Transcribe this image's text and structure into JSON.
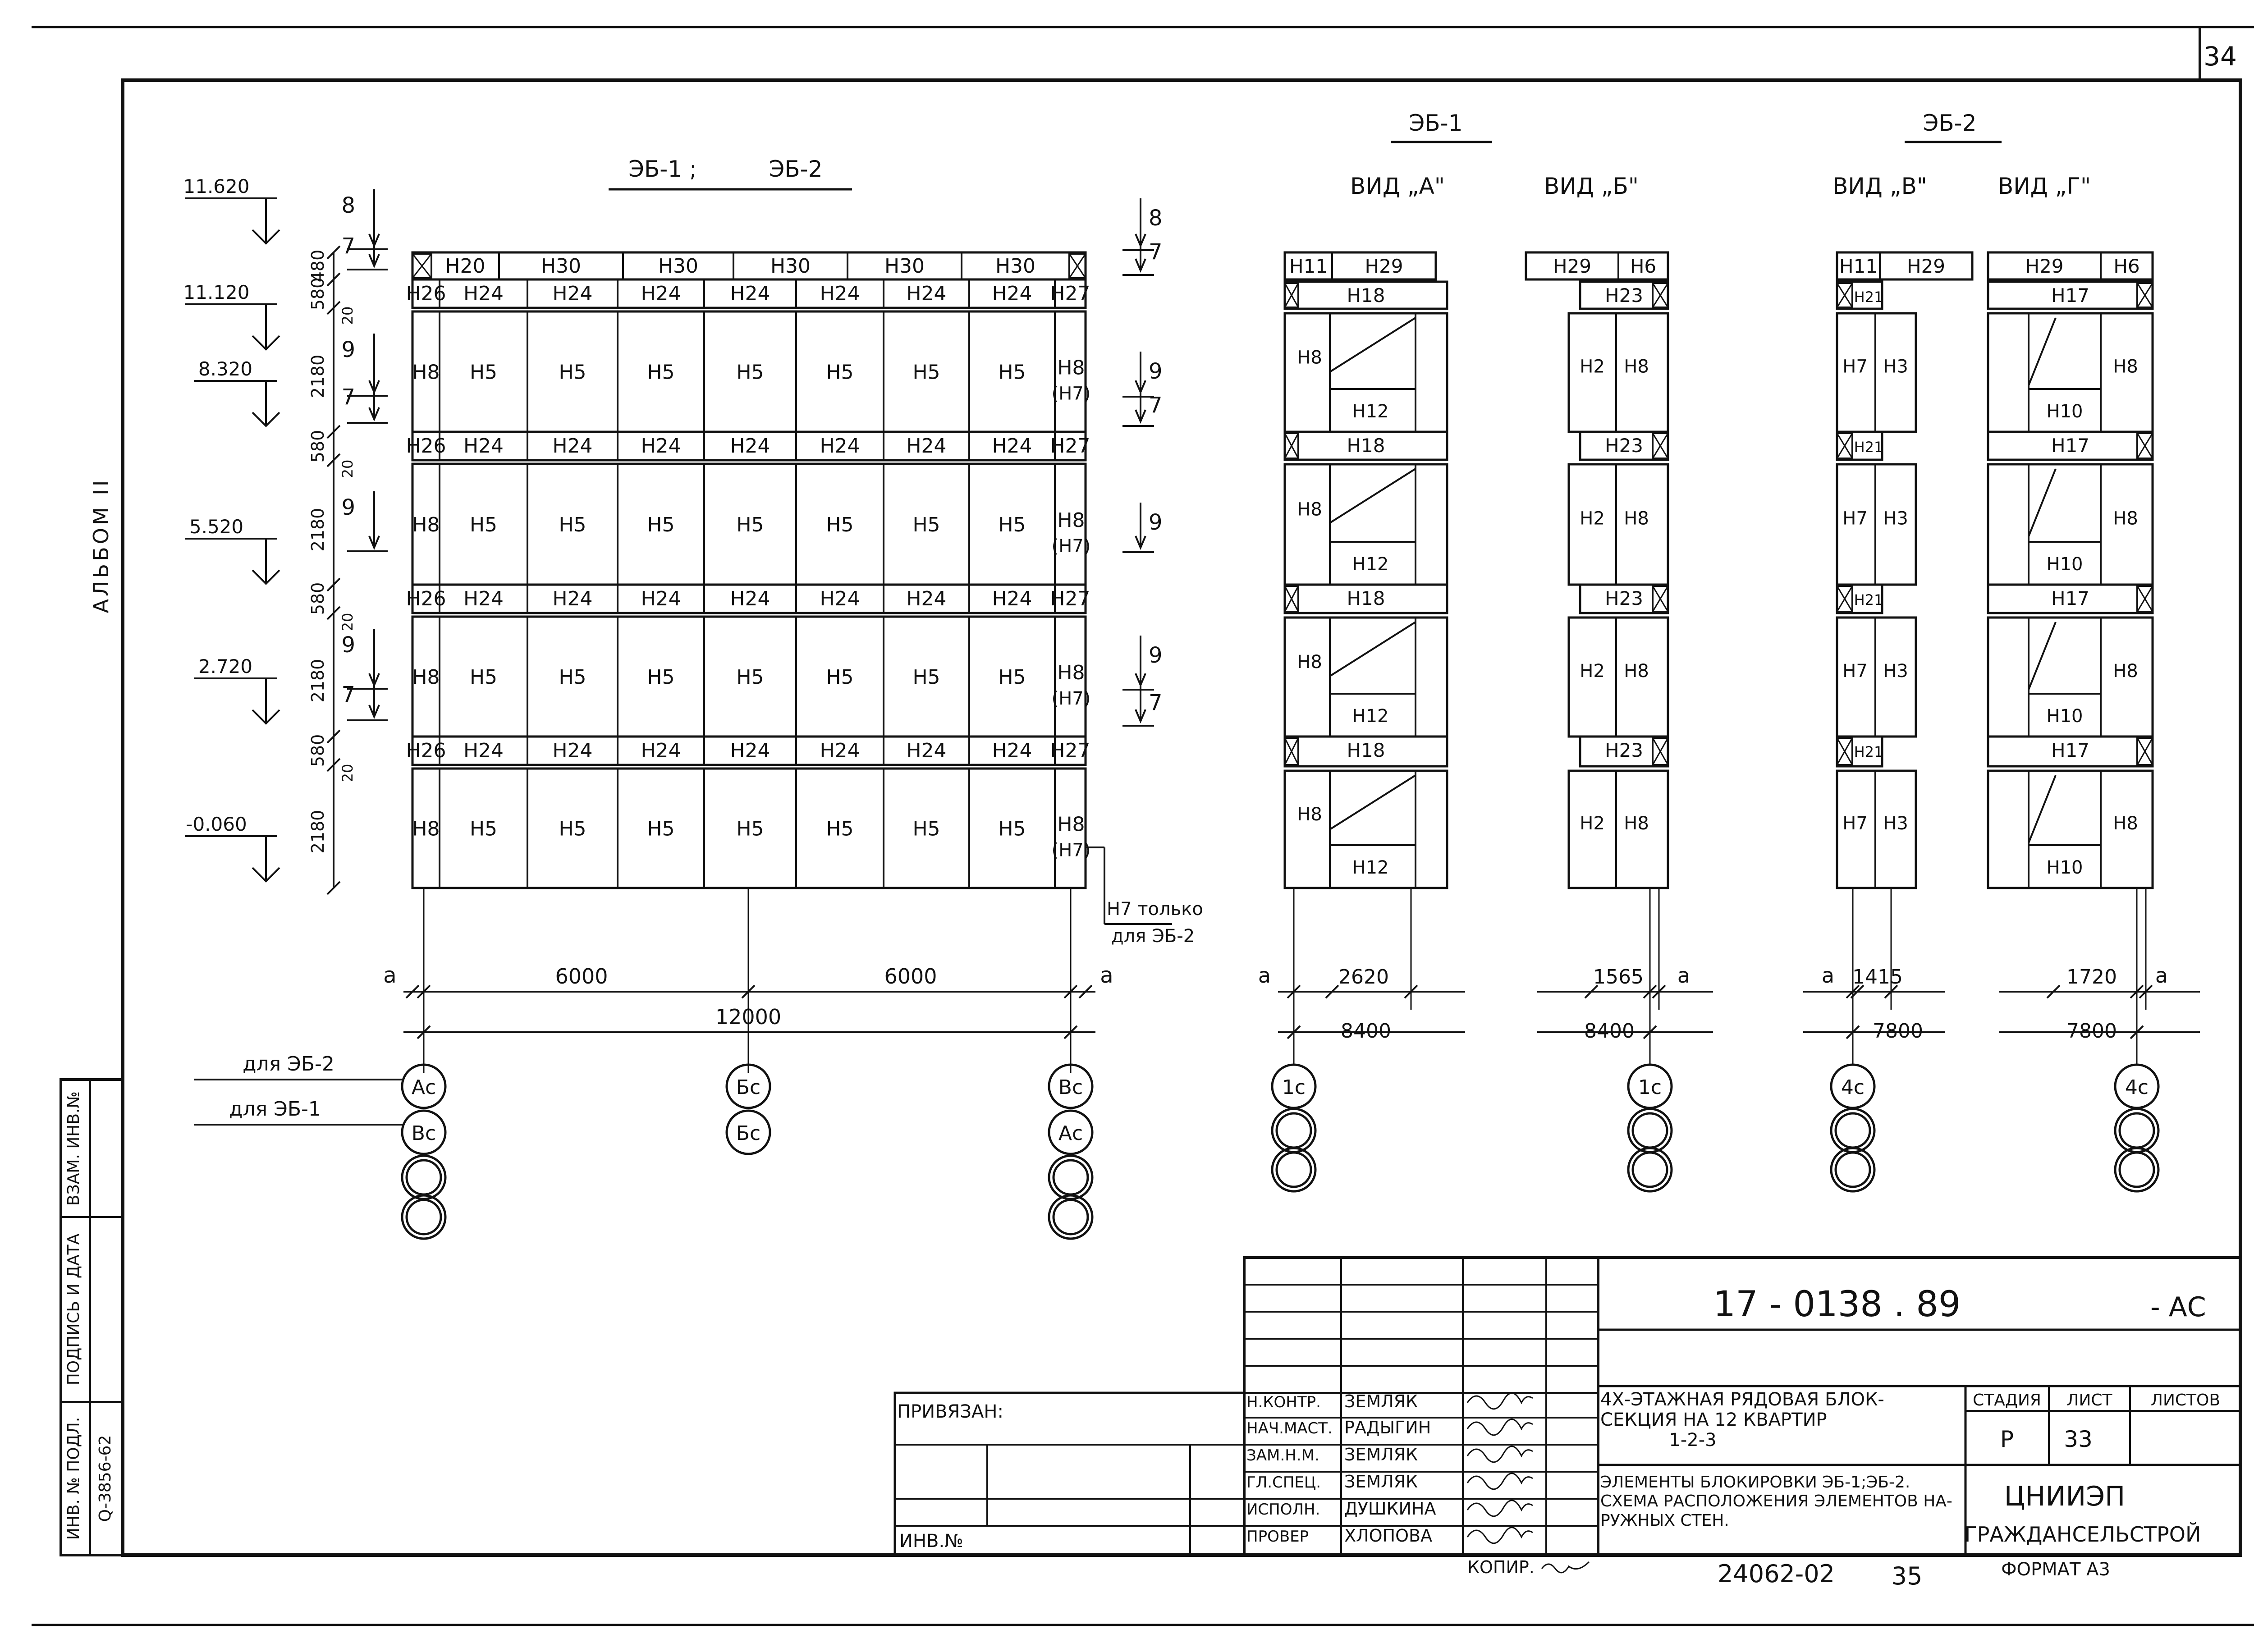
{
  "sheet_number": "34",
  "album_label": "АЛЬБОМ II",
  "main": {
    "title_left": "ЭБ-1 ;",
    "title_right": "ЭБ-2",
    "levels": [
      "11.620",
      "11.120",
      "8.320",
      "5.520",
      "2.720",
      "-0.060"
    ],
    "vertical_dims": {
      "top": "480",
      "belt": "580",
      "wall": "2180",
      "gap": "20"
    },
    "top_row": [
      "Н20",
      "Н30",
      "Н30",
      "Н30",
      "Н30",
      "Н30"
    ],
    "belt_rows": [
      [
        "Н26",
        "Н24",
        "Н24",
        "Н24",
        "Н24",
        "Н24",
        "Н24",
        "Н24",
        "Н27"
      ],
      [
        "Н26",
        "Н24",
        "Н24",
        "Н24",
        "Н24",
        "Н24",
        "Н24",
        "Н24",
        "Н27"
      ],
      [
        "Н26",
        "Н24",
        "Н24",
        "Н24",
        "Н24",
        "Н24",
        "Н24",
        "Н24",
        "Н27"
      ],
      [
        "Н26",
        "Н24",
        "Н24",
        "Н24",
        "Н24",
        "Н24",
        "Н24",
        "Н24",
        "Н27"
      ]
    ],
    "wall_left": "Н8",
    "wall_mid": "Н5",
    "wall_right": "Н8",
    "wall_right_alt": "(Н7)",
    "section_marks_left": [
      "8",
      "7",
      "9",
      "7",
      "9",
      "9",
      "7"
    ],
    "section_marks_right": [
      "8",
      "7",
      "9",
      "7",
      "9",
      "9",
      "7"
    ],
    "note_line1": "Н7 только",
    "note_line2": "для ЭБ-2",
    "dim_a": "a",
    "dim_span1": "6000",
    "dim_span2": "6000",
    "dim_total": "12000",
    "axis_label_eb2": "для ЭБ-2",
    "axis_label_eb1": "для ЭБ-1",
    "axes_top": [
      "Ас",
      "Бс",
      "Вс"
    ],
    "axes_bottom": [
      "Вс",
      "Бс",
      "Ас"
    ]
  },
  "groups": {
    "eb1": "ЭБ-1",
    "eb2": "ЭБ-2"
  },
  "views": [
    {
      "title": "ВИД „А\"",
      "top": [
        "Н11",
        "Н29"
      ],
      "belt": "Н18",
      "wall_left": "Н8",
      "wall_inner": "Н12",
      "dim": "2620",
      "dim_a": "a",
      "total": "8400",
      "axis": "1с"
    },
    {
      "title": "ВИД „Б\"",
      "top": [
        "Н29",
        "Н6"
      ],
      "belt": "Н23",
      "wall_left": "Н2",
      "wall_right": "Н8",
      "dim": "1565",
      "dim_a": "a",
      "total": "8400",
      "axis": "1с"
    },
    {
      "title": "ВИД „В\"",
      "top": [
        "Н11",
        "Н29"
      ],
      "belt": "Н21",
      "wall_left": "Н7",
      "wall_right": "Н3",
      "dim": "1415",
      "dim_a": "a",
      "total": "7800",
      "axis": "4с"
    },
    {
      "title": "ВИД „Г\"",
      "top": [
        "Н29",
        "Н6"
      ],
      "belt": "Н17",
      "wall_right": "Н8",
      "wall_inner": "Н10",
      "dim": "1720",
      "dim_a": "a",
      "total": "7800",
      "axis": "4с"
    }
  ],
  "title_block": {
    "code": "17 - 0138 . 89",
    "code_suffix": "- АС",
    "privyazan": "ПРИВЯЗАН:",
    "inv": "ИНВ.№",
    "roles": [
      "Н.КОНТР.",
      "НАЧ.МАСТ.",
      "ЗАМ.Н.М.",
      "ГЛ.СПЕЦ.",
      "ИСПОЛН.",
      "ПРОВЕР"
    ],
    "names": [
      "ЗЕМЛЯК",
      "РАДЫГИН",
      "ЗЕМЛЯК",
      "ЗЕМЛЯК",
      "ДУШКИНА",
      "ХЛОПОВА"
    ],
    "project_line1": "4Х-ЭТАЖНАЯ РЯДОВАЯ БЛОК-",
    "project_line2": "СЕКЦИЯ НА 12 КВАРТИР",
    "project_line3": "1-2-3",
    "sheet_title_line1": "ЭЛЕМЕНТЫ БЛОКИРОВКИ ЭБ-1;ЭБ-2.",
    "sheet_title_line2": "СХЕМА РАСПОЛОЖЕНИЯ ЭЛЕМЕНТОВ НА-",
    "sheet_title_line3": "РУЖНЫХ СТЕН.",
    "stage_header": "СТАДИЯ",
    "sheet_header": "ЛИСТ",
    "sheets_header": "ЛИСТОВ",
    "stage": "Р",
    "sheet": "33",
    "org_line1": "ЦНИИЭП",
    "org_line2": "ГРАЖДАНСЕЛЬСТРОЙ",
    "copied": "КОПИР.",
    "order": "24062-02",
    "order_page": "35",
    "format": "ФОРМАТ А3"
  },
  "side_stamp": {
    "inv_podl": "ИНВ. № ПОДЛ.",
    "sign_date": "ПОДПИСЬ И ДАТА",
    "vzam": "ВЗАМ. ИНВ.№",
    "inv_value": "Q-3856-62"
  }
}
